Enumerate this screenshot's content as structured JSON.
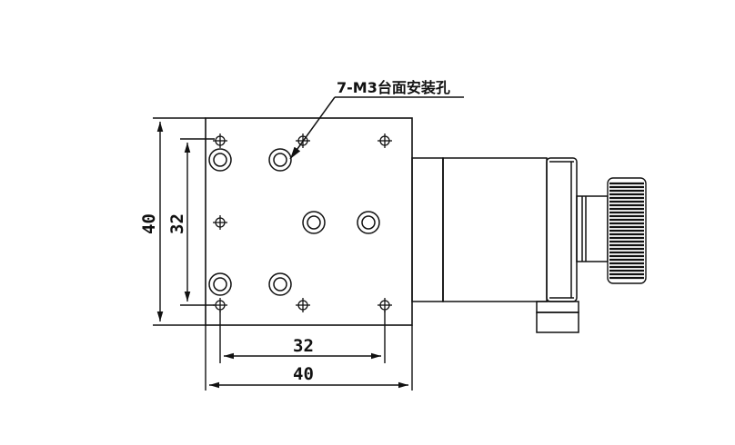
{
  "annotation": {
    "label": "7-M3台面安装孔"
  },
  "dimensions": {
    "outer_height": "40",
    "inner_height": "32",
    "inner_width": "32",
    "outer_width": "40"
  },
  "colors": {
    "line": "#111111",
    "background": "#ffffff"
  }
}
